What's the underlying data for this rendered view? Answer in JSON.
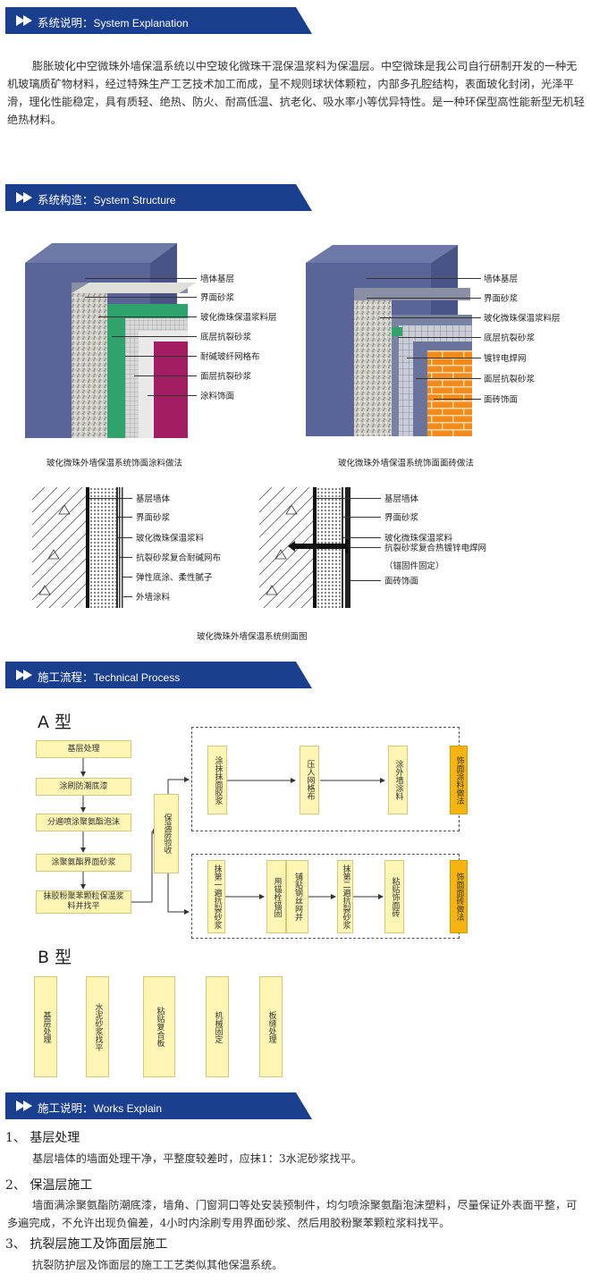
{
  "sections": {
    "explanation": {
      "cn": "系统说明：",
      "en": "System Explanation"
    },
    "structure": {
      "cn": "系统构造：",
      "en": "System Structure"
    },
    "process": {
      "cn": "施工流程：",
      "en": "Technical Process"
    },
    "works": {
      "cn": "施工说明：",
      "en": "Works Explain"
    }
  },
  "intro_text": "膨胀玻化中空微珠外墙保温系统以中空玻化微珠干混保温浆料为保温层。中空微珠是我公司自行研制开发的一种无机玻璃质矿物材料，经过特殊生产工艺技术加工而成，呈不规则球状体颗粒，内部多孔腔结构，表面玻化封闭，光泽平滑，理化性能稳定，具有质轻、绝热、防火、耐高低温、抗老化、吸水率小等优异特性。是一种环保型高性能新型无机轻绝热材料。",
  "diagram_left": {
    "labels": [
      "墙体基层",
      "界面砂浆",
      "玻化微珠保温浆料层",
      "底层抗裂砂浆",
      "耐碱玻纤网格布",
      "面层抗裂砂浆",
      "涂料饰面"
    ],
    "caption": "玻化微珠外墙保温系统饰面涂料做法"
  },
  "diagram_right": {
    "labels": [
      "墙体基层",
      "界面砂浆",
      "玻化微珠保温浆料层",
      "底层抗裂砂浆",
      "镀锌电焊网",
      "面层抗裂砂浆",
      "面砖饰面"
    ],
    "caption": "玻化微珠外墙保温系统饰面面砖做法"
  },
  "section_left": {
    "labels": [
      "基层墙体",
      "界面砂浆",
      "玻化微珠保温浆料",
      "抗裂砂浆复合耐碱网布",
      "弹性底涂、柔性腻子",
      "外墙涂料"
    ]
  },
  "section_right": {
    "labels": [
      "基层墙体",
      "界面砂浆",
      "玻化微珠保温浆料",
      "抗裂砂浆复合热镀锌电焊网",
      "（锚固件固定）",
      "面砖饰面"
    ]
  },
  "section_caption": "玻化微珠外墙保温系统侧面图",
  "process": {
    "type_a": "A 型",
    "type_b": "B 型",
    "a_steps": [
      "基层处理",
      "涂刷防潮底漆",
      "分遍喷涂聚氨酯泡沫",
      "涂聚氨酯界面砂浆",
      "抹胶粉聚苯颗粒保温浆料并找平"
    ],
    "a_accept": "保温层验收",
    "a_top": [
      "涂抹抹面胶浆",
      "压人网格布",
      "涂外墙涂料"
    ],
    "a_top_end": "饰面涂料做法",
    "a_bottom": [
      "抹第一遍抗裂砂浆",
      "用锚栓锚固",
      "铺贴钢丝网并",
      "抹第二遍抗裂砂浆",
      "粘贴饰面砖"
    ],
    "a_bottom_end": "饰面面砖做法",
    "b_steps": [
      "基层处理",
      "水泥砂浆找平",
      "粘贴复合板",
      "机械固定",
      "板缝处理"
    ]
  },
  "works": {
    "h1": "1、 基层处理",
    "p1": "基层墙体的墙面处理干净，平整度较差时，应抹1：3水泥砂浆找平。",
    "h2": "2、 保温层施工",
    "p2": "墙面满涂聚氨酯防潮底漆，墙角、门窗洞口等处安装预制件，均匀喷涂聚氨酯泡沫塑料，尽量保证外表面平整，可多遍完成，不允许出现负偏差，4小时内涂刷专用界面砂浆、然后用胶粉聚苯颗粒浆料找平。",
    "h3": "3、 抗裂层施工及饰面层施工",
    "p3": "抗裂防护层及饰面层的施工工艺类似其他保温系统。"
  },
  "colors": {
    "bar": "#1a3f8f",
    "box": "#fdf5b3",
    "end_box": "#f6b40e"
  }
}
